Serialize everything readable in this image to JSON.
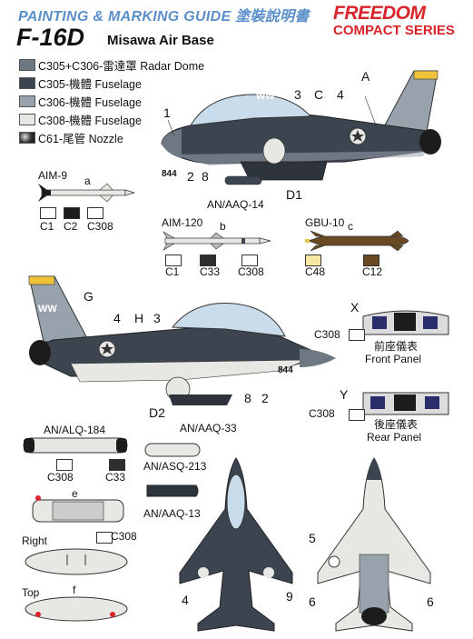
{
  "header": {
    "guide_title": "PAINTING & MARKING GUIDE 塗裝說明書",
    "model": "F-16D",
    "base": "Misawa Air Base",
    "brand_line1": "FREEDOM",
    "brand_line2": "COMPACT SERIES"
  },
  "legend": [
    {
      "label": "C305+C306-雷達罩 Radar Dome",
      "color": "#6d7883"
    },
    {
      "label": "C305-機體 Fuselage",
      "color": "#3c4450"
    },
    {
      "label": "C306-機體 Fuselage",
      "color": "#97a2ad"
    },
    {
      "label": "C308-機體 Fuselage",
      "color": "#e7e7e3"
    },
    {
      "label": "C61-尾管 Nozzle",
      "color": "#1c1c1c"
    }
  ],
  "side1": {
    "callouts": [
      "A",
      "3",
      "C",
      "4",
      "1",
      "2",
      "8",
      "D1"
    ],
    "tail_code": "WW",
    "serial": "844",
    "pod_label": "AN/AAQ-14"
  },
  "weapons": {
    "aim9": {
      "name": "AIM-9",
      "letter": "a",
      "codes": [
        "C1",
        "C2",
        "C308"
      ]
    },
    "aim120": {
      "name": "AIM-120",
      "letter": "b",
      "codes": [
        "C1",
        "C33",
        "C308"
      ]
    },
    "gbu10": {
      "name": "GBU-10",
      "letter": "c",
      "codes": [
        "C48",
        "C12"
      ]
    }
  },
  "side2": {
    "callouts": [
      "G",
      "4",
      "H",
      "3",
      "D2",
      "8",
      "2"
    ],
    "tail_code": "WW",
    "serial": "844",
    "pod_label": "AN/AAQ-33"
  },
  "panels": {
    "front": {
      "letter": "X",
      "code": "C308",
      "zh": "前座儀表",
      "en": "Front Panel"
    },
    "rear": {
      "letter": "Y",
      "code": "C308",
      "zh": "後座儀表",
      "en": "Rear Panel"
    }
  },
  "pods": {
    "alq184": {
      "name": "AN/ALQ-184",
      "codes": [
        "C308",
        "C33"
      ]
    },
    "asq213": {
      "name": "AN/ASQ-213"
    },
    "aaq13": {
      "name": "AN/AAQ-13"
    }
  },
  "tank": {
    "letter_e": "e",
    "letter_f": "f",
    "code": "C308",
    "right_label": "Right",
    "top_label": "Top"
  },
  "plan_views": {
    "top_callouts": [
      "4",
      "9"
    ],
    "bottom_callouts": [
      "5",
      "6",
      "6"
    ]
  }
}
